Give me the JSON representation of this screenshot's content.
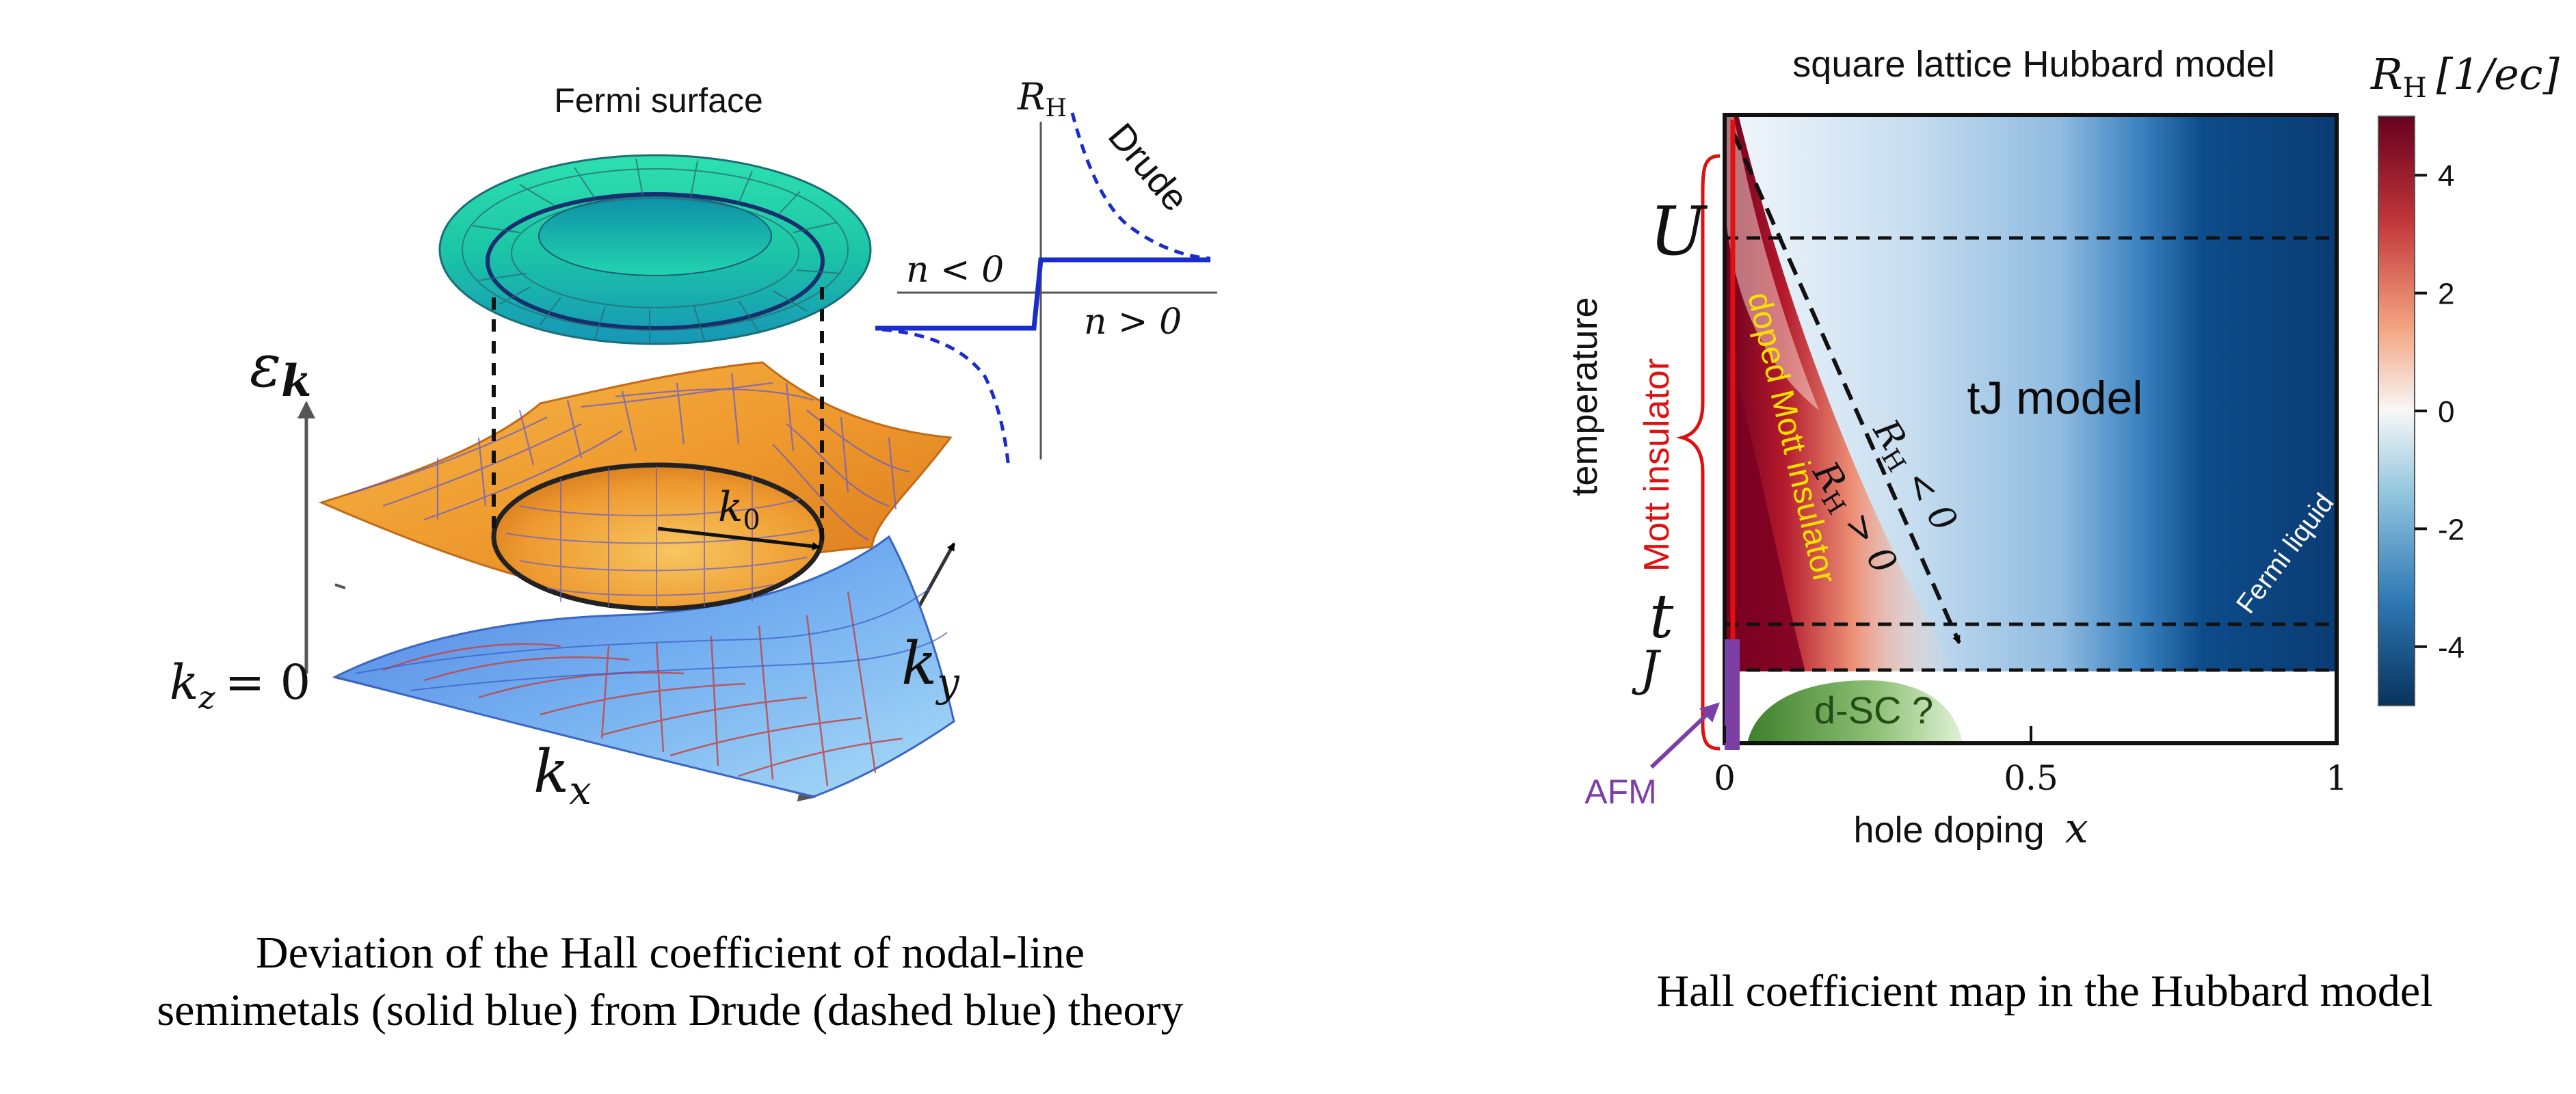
{
  "left_figure": {
    "fermi_surface_label": "Fermi surface",
    "energy_axis": "ε",
    "energy_axis_sub": "k",
    "kx_label": "k",
    "kx_sub": "x",
    "ky_label": "k",
    "ky_sub": "y",
    "kz_label": "k",
    "kz_sub": "z",
    "kz_eq": "= 0",
    "k0_label": "k",
    "k0_sub": "0",
    "inset": {
      "rh_label": "R",
      "rh_sub": "H",
      "drude_label": "Drude",
      "n_neg_label": "n < 0",
      "n_pos_label": "n > 0"
    },
    "caption_line1": "Deviation of the Hall coefficient of nodal-line",
    "caption_line2": "semimetals (solid blue) from Drude (dashed blue) theory"
  },
  "right_figure": {
    "title": "square lattice Hubbard model",
    "colorbar_title_main": "R",
    "colorbar_title_sub": "H",
    "colorbar_title_unit": "[1/ec]",
    "colorbar_ticks": [
      "4",
      "2",
      "0",
      "-2",
      "-4"
    ],
    "colorbar_values": [
      4,
      2,
      0,
      -2,
      -4
    ],
    "ylabel": "temperature",
    "xlabel": "hole doping",
    "xlabel_var": "x",
    "xticks": [
      "0",
      "0.5",
      "1"
    ],
    "y_levels": [
      "U",
      "t",
      "J"
    ],
    "regions": {
      "tj": "tJ model",
      "doped_mott": "doped Mott insulator",
      "mott": "Mott insulator",
      "fermi_liquid": "Fermi liquid",
      "dsc": "d-SC ?",
      "afm": "AFM",
      "rh_neg": "R",
      "rh_neg_sub": "H",
      "rh_neg_rel": " < 0",
      "rh_pos": "R",
      "rh_pos_sub": "H",
      "rh_pos_rel": " > 0"
    },
    "colors": {
      "positive": "#67001f",
      "negative": "#0b3a6b",
      "afm": "#7b3fa6",
      "mott_red": "#e01010",
      "dsc_green": "#4e8f35",
      "doped_yellow": "#ffe100"
    },
    "caption": "Hall coefficient map in the Hubbard model"
  }
}
